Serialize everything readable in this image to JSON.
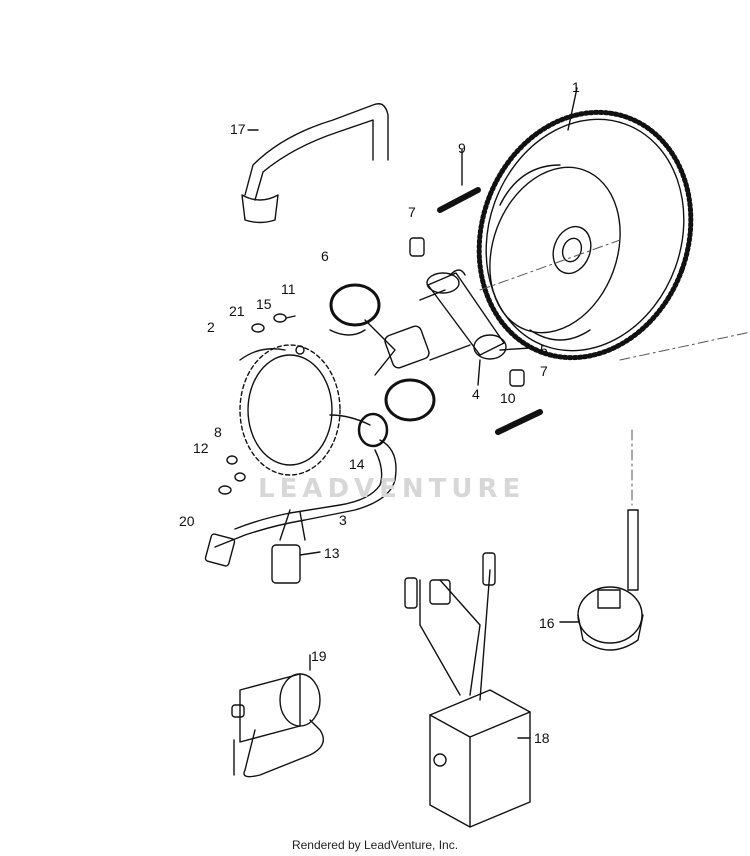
{
  "watermark": "LEADVENTURE",
  "footer": "Rendered by LeadVenture, Inc.",
  "callouts": {
    "c1": "1",
    "c2": "2",
    "c3": "3",
    "c4": "4",
    "c5": "5",
    "c6": "6",
    "c7a": "7",
    "c7b": "7",
    "c8": "8",
    "c9": "9",
    "c10": "10",
    "c11": "11",
    "c12": "12",
    "c13": "13",
    "c14": "14",
    "c15": "15",
    "c16": "16",
    "c17": "17",
    "c18": "18",
    "c19": "19",
    "c20": "20",
    "c21": "21"
  }
}
